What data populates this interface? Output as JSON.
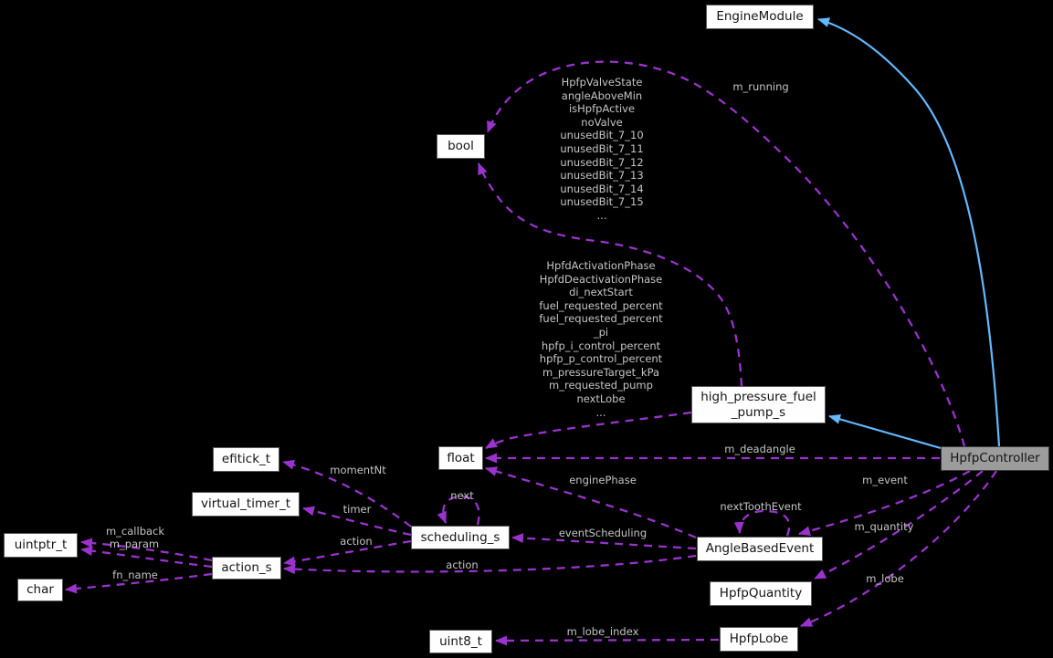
{
  "nodes": {
    "engine_module": {
      "label": "EngineModule"
    },
    "bool": {
      "label": "bool"
    },
    "high_pressure_fuel_pump_s": {
      "label": "high_pressure_fuel\n_pump_s"
    },
    "hpfp_controller": {
      "label": "HpfpController"
    },
    "float": {
      "label": "float"
    },
    "efitick_t": {
      "label": "efitick_t"
    },
    "virtual_timer_t": {
      "label": "virtual_timer_t"
    },
    "scheduling_s": {
      "label": "scheduling_s"
    },
    "uintptr_t": {
      "label": "uintptr_t"
    },
    "action_s": {
      "label": "action_s"
    },
    "char": {
      "label": "char"
    },
    "angle_based_event": {
      "label": "AngleBasedEvent"
    },
    "hpfp_quantity": {
      "label": "HpfpQuantity"
    },
    "hpfp_lobe": {
      "label": "HpfpLobe"
    },
    "uint8_t": {
      "label": "uint8_t"
    }
  },
  "edge_labels": {
    "m_running": "m_running",
    "bool_members": "HpfpValveState\nangleAboveMin\nisHpfpActive\nnoValve\nunusedBit_7_10\nunusedBit_7_11\nunusedBit_7_12\nunusedBit_7_13\nunusedBit_7_14\nunusedBit_7_15\n...",
    "pump_members": "HpfdActivationPhase\nHpfdDeactivationPhase\ndi_nextStart\nfuel_requested_percent\nfuel_requested_percent\n_pi\nhpfp_i_control_percent\nhpfp_p_control_percent\nm_pressureTarget_kPa\nm_requested_pump\nnextLobe\n...",
    "m_deadangle": "m_deadangle",
    "enginePhase": "enginePhase",
    "momentNt": "momentNt",
    "next": "next",
    "timer": "timer",
    "action_from_scheduling": "action",
    "action_from_event": "action",
    "m_callback": "m_callback",
    "m_param": "m_param",
    "fn_name": "fn_name",
    "eventScheduling": "eventScheduling",
    "nextToothEvent": "nextToothEvent",
    "m_event": "m_event",
    "m_quantity": "m_quantity",
    "m_lobe": "m_lobe",
    "m_lobe_index": "m_lobe_index"
  },
  "colors": {
    "background": "#000000",
    "dashed_edge": "#9a32cd",
    "inheritance_edge": "#63b8ff",
    "edge_label_text": "#c5c5c5",
    "node_fill": "#fefefe",
    "node_border": "#5a5a5a",
    "node_text": "#141414",
    "highlight_node_fill": "#9c9c9c"
  }
}
